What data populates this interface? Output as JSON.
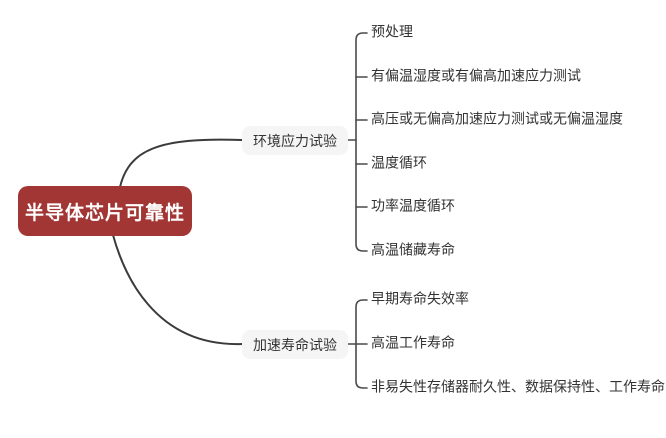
{
  "root": {
    "label": "半导体芯片可靠性"
  },
  "branches": [
    {
      "label": "环境应力试验",
      "children": [
        {
          "label": "预处理"
        },
        {
          "label": "有偏温湿度或有偏高加速应力测试"
        },
        {
          "label": "高压或无偏高加速应力测试或无偏温湿度"
        },
        {
          "label": "温度循环"
        },
        {
          "label": "功率温度循环"
        },
        {
          "label": "高温储藏寿命"
        }
      ]
    },
    {
      "label": "加速寿命试验",
      "children": [
        {
          "label": "早期寿命失效率"
        },
        {
          "label": "高温工作寿命"
        },
        {
          "label": "非易失性存储器耐久性、数据保持性、工作寿命"
        }
      ]
    }
  ],
  "colors": {
    "root_bg": "#a23634",
    "root_text": "#ffffff",
    "branch_bg": "#f5f5f5",
    "branch_text": "#333333",
    "leaf_text": "#333333",
    "curve_line": "#3b3b3b",
    "bracket_line": "#4a4a4a",
    "background": "#ffffff"
  }
}
